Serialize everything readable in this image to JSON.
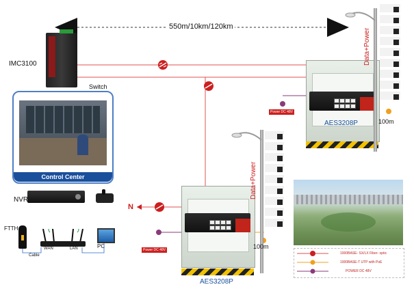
{
  "distance_label": "550m/10km/120km",
  "imc_label": "IMC3100",
  "switch_label": "Switch",
  "control_center_label": "Control Center",
  "nvr_label": "NVR",
  "ftth_label": "FTTH",
  "cable_label": "Cable",
  "wan_label": "WAN",
  "lan_label": "LAN",
  "pc_label": "PC",
  "pole_top": {
    "label": "Data+Power",
    "distance": "100m",
    "device": "AES3208P",
    "power": "Power DC 48V"
  },
  "pole_bottom": {
    "label": "Data+Power",
    "distance": "100m",
    "device": "AES3208P",
    "power": "Power DC 48V"
  },
  "n_label": "N",
  "legend": {
    "fiber": "1000BASE- SX/LX Fiber- optic",
    "utp": "1000BASE-T UTP with PoE",
    "power": "POWER DC 48V"
  },
  "colors": {
    "fiber": "#e05050",
    "utp": "#f0a020",
    "power": "#8a3a7a",
    "accent_red": "#cc1f1f"
  }
}
